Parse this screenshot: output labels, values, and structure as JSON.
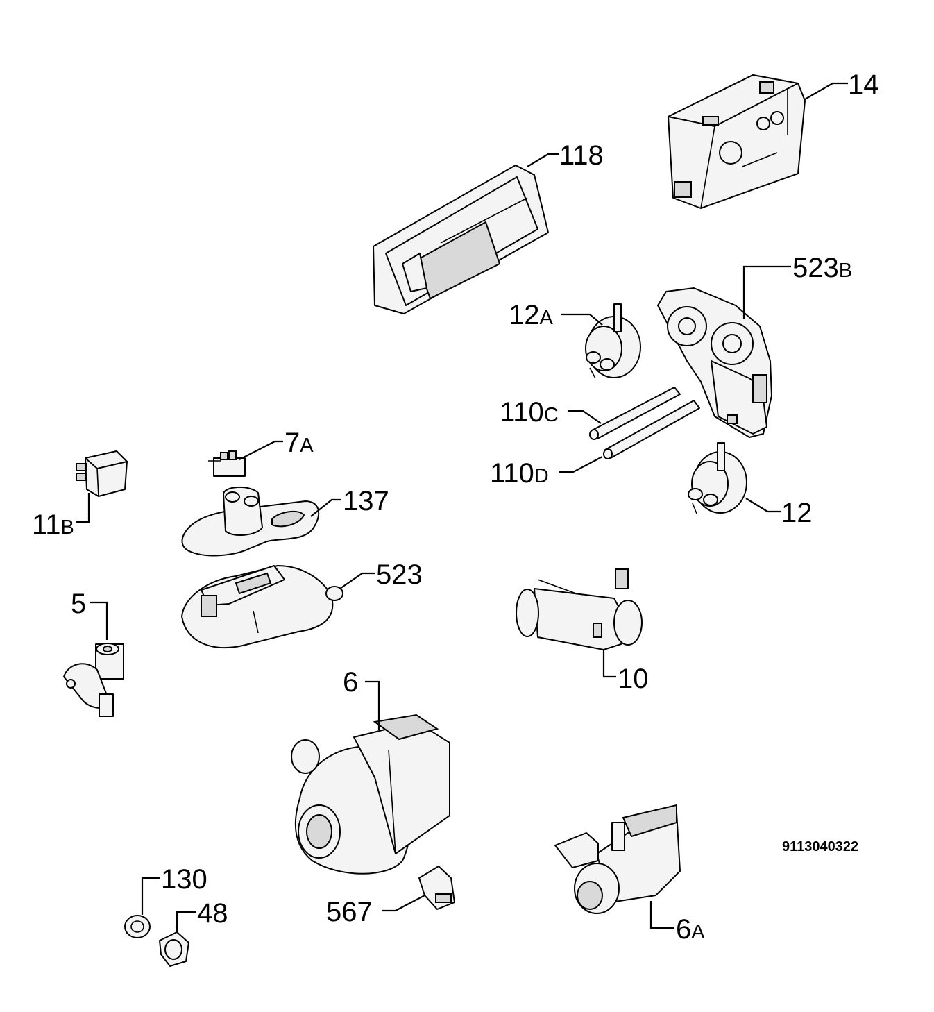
{
  "labels": {
    "p14": {
      "num": "14",
      "suffix": ""
    },
    "p118": {
      "num": "118",
      "suffix": ""
    },
    "p523B": {
      "num": "523",
      "suffix": "B"
    },
    "p12A": {
      "num": "12",
      "suffix": "A"
    },
    "p110C": {
      "num": "110",
      "suffix": "C"
    },
    "p110D": {
      "num": "110",
      "suffix": "D"
    },
    "p12": {
      "num": "12",
      "suffix": ""
    },
    "p7A": {
      "num": "7",
      "suffix": "A"
    },
    "p11B": {
      "num": "11",
      "suffix": "B"
    },
    "p137": {
      "num": "137",
      "suffix": ""
    },
    "p523": {
      "num": "523",
      "suffix": ""
    },
    "p5": {
      "num": "5",
      "suffix": ""
    },
    "p10": {
      "num": "10",
      "suffix": ""
    },
    "p6": {
      "num": "6",
      "suffix": ""
    },
    "p130": {
      "num": "130",
      "suffix": ""
    },
    "p48": {
      "num": "48",
      "suffix": ""
    },
    "p567": {
      "num": "567",
      "suffix": ""
    },
    "p6A": {
      "num": "6",
      "suffix": "A"
    }
  },
  "diagram_code": "9113040322"
}
